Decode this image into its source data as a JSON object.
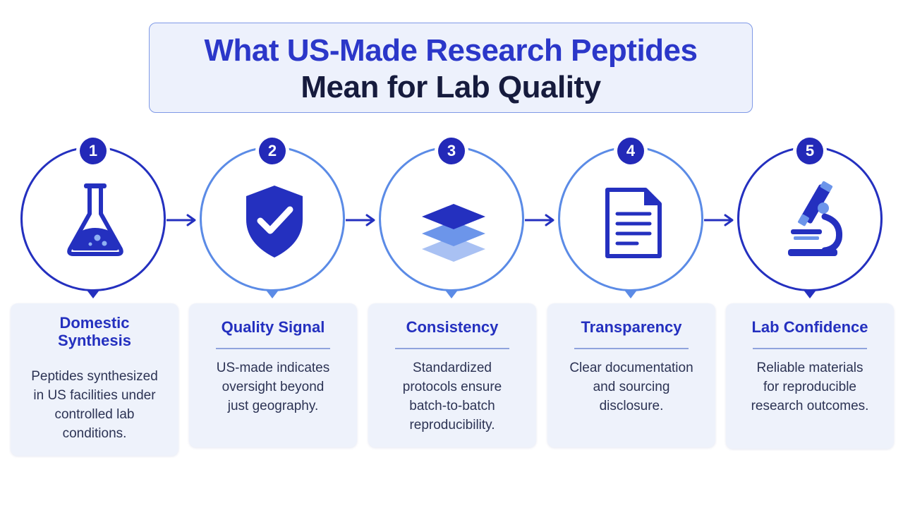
{
  "title": {
    "line1": "What US-Made Research Peptides",
    "line2": "Mean for Lab Quality"
  },
  "colors": {
    "primary": "#2430bf",
    "accent": "#5b8be6",
    "card_background": "#eef2fb",
    "title_background": "#edf1fc"
  },
  "steps": [
    {
      "number": "1",
      "icon": "flask-icon",
      "title_lines": [
        "Domestic",
        "Synthesis"
      ],
      "description_lines": [
        "Peptides synthesized",
        "in US facilities under",
        "controlled lab",
        "conditions."
      ]
    },
    {
      "number": "2",
      "icon": "shield-check-icon",
      "title_lines": [
        "Quality Signal"
      ],
      "description_lines": [
        "US-made indicates",
        "oversight beyond",
        "just geography."
      ]
    },
    {
      "number": "3",
      "icon": "layers-icon",
      "title_lines": [
        "Consistency"
      ],
      "description_lines": [
        "Standardized",
        "protocols ensure",
        "batch-to-batch",
        "reproducibility."
      ]
    },
    {
      "number": "4",
      "icon": "document-icon",
      "title_lines": [
        "Transparency"
      ],
      "description_lines": [
        "Clear documentation",
        "and sourcing",
        "disclosure."
      ]
    },
    {
      "number": "5",
      "icon": "microscope-icon",
      "title_lines": [
        "Lab Confidence"
      ],
      "description_lines": [
        "Reliable materials",
        "for reproducible",
        "research outcomes."
      ]
    }
  ]
}
